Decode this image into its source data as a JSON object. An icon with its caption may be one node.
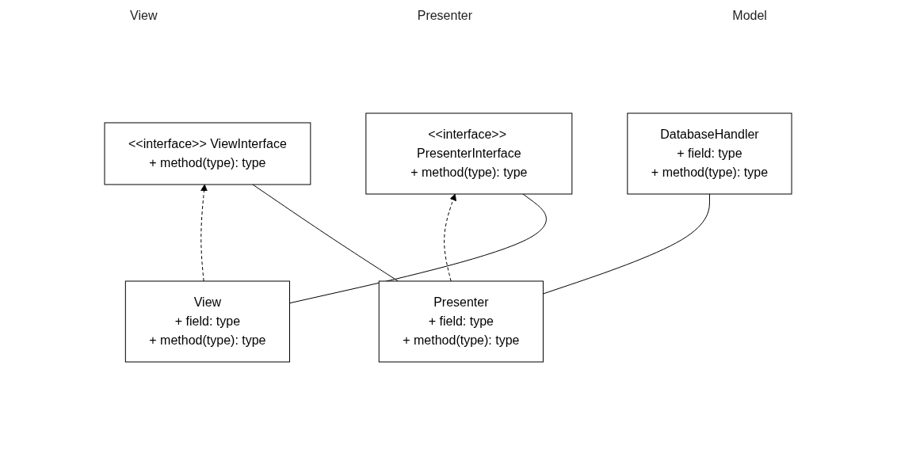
{
  "diagram": {
    "nodes": [
      {
        "text": [
          "<<interface>> ViewInterface",
          "+ method(type): type"
        ]
      },
      {
        "text": [
          "<<interface>> PresenterInterface",
          "+ method(type): type"
        ]
      },
      {
        "text": [
          "View",
          "+ field: type",
          "+ method(type): type"
        ]
      },
      {
        "text": [
          "Presenter",
          "+ field: type",
          "+ method(type): type"
        ]
      },
      {
        "text": [
          "DatabaseHandler",
          "+ field: type",
          "+ method(type): type"
        ]
      }
    ],
    "edges": [
      {
        "from": 2,
        "to": 0,
        "arrow": "to",
        "style": "dashed"
      },
      {
        "from": 3,
        "to": 1,
        "arrow": "to",
        "style": "dashed"
      },
      {
        "from": 3,
        "to": 0,
        "arrow": "none"
      },
      {
        "from": 2,
        "to": 1,
        "arrow": "none"
      },
      {
        "from": 3,
        "to": 4,
        "arrow": "none"
      }
    ],
    "labels": [
      "View",
      "Presenter",
      "Model"
    ]
  }
}
